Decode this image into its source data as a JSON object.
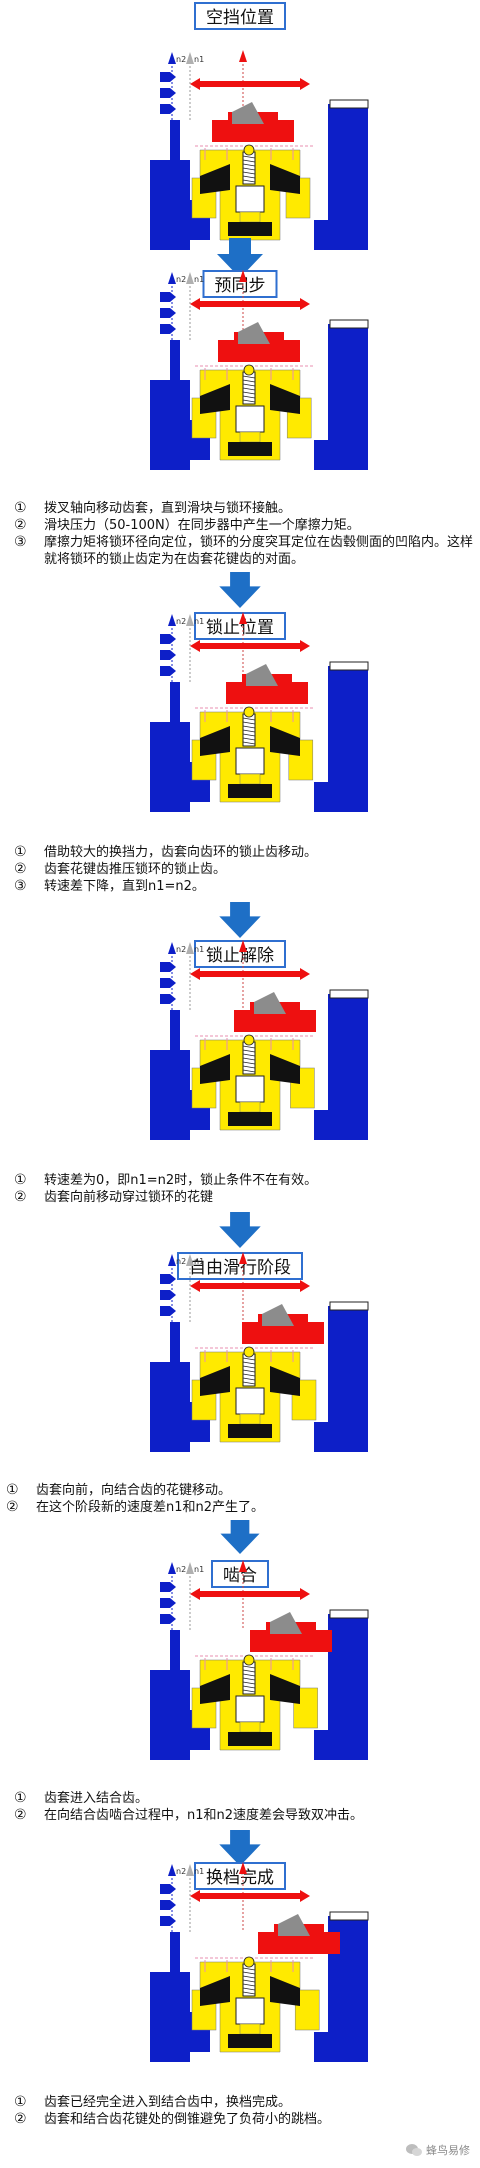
{
  "labels": {
    "n2": "n2",
    "n1": "n1",
    "n2_alt": "n2",
    "n1_alt": "n1"
  },
  "stages": [
    {
      "title": "空挡位置",
      "notes": []
    },
    {
      "title": "预同步",
      "notes": [
        {
          "num": "①",
          "text": "拨叉轴向移动齿套，直到滑块与锁环接触。"
        },
        {
          "num": "②",
          "text": "滑块压力（50-100N）在同步器中产生一个摩擦力矩。"
        },
        {
          "num": "③",
          "text": "摩擦力矩将锁环径向定位，锁环的分度突耳定位在齿毂侧面的凹陷内。这样就将锁环的锁止齿定为在齿套花键齿的对面。"
        }
      ]
    },
    {
      "title": "锁止位置",
      "notes": [
        {
          "num": "①",
          "text": "借助较大的换挡力，齿套向齿环的锁止齿移动。"
        },
        {
          "num": "②",
          "text": "齿套花键齿推压锁环的锁止齿。"
        },
        {
          "num": "③",
          "text": "转速差下降，直到n1=n2。"
        }
      ]
    },
    {
      "title": "锁止解除",
      "notes": [
        {
          "num": "①",
          "text": "转速差为0，即n1=n2时，锁止条件不在有效。"
        },
        {
          "num": "②",
          "text": "齿套向前移动穿过锁环的花键"
        }
      ]
    },
    {
      "title": "自由滑行阶段",
      "notes": [
        {
          "num": "①",
          "text": "齿套向前，向结合齿的花键移动。"
        },
        {
          "num": "②",
          "text": "在这个阶段新的速度差n1和n2产生了。"
        }
      ]
    },
    {
      "title": "啮合",
      "notes": [
        {
          "num": "①",
          "text": "齿套进入结合齿。"
        },
        {
          "num": "②",
          "text": "在向结合齿啮合过程中，n1和n2速度差会导致双冲击。"
        }
      ]
    },
    {
      "title": "换档完成",
      "notes": [
        {
          "num": "①",
          "text": "齿套已经完全进入到结合齿中，换档完成。"
        },
        {
          "num": "②",
          "text": "齿套和结合齿花键处的倒锥避免了负荷小的跳档。"
        }
      ]
    }
  ],
  "watermark": "蜂鸟易修",
  "colors": {
    "blue": "#0d1fc8",
    "red": "#ee1010",
    "yellow": "#ffea00",
    "black": "#111111",
    "gray": "#8c8c8c",
    "arrow": "#1e6fc6",
    "title_border": "#2f6fd0",
    "pink": "#e88fb0"
  }
}
